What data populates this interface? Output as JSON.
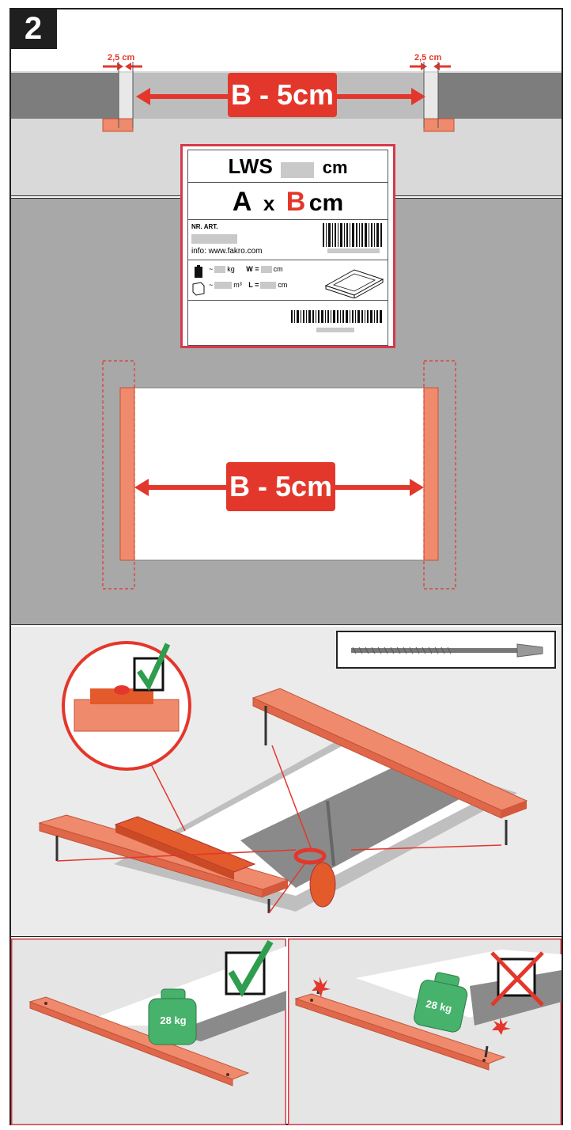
{
  "step": {
    "number": "2"
  },
  "panel1": {
    "gap_left": "2,5 cm",
    "gap_right": "2,5 cm",
    "dimension": "B - 5cm"
  },
  "label": {
    "line1_prefix": "LWS",
    "line1_unit": "cm",
    "line2_a": "A",
    "line2_x": "x",
    "line2_b": "B",
    "line2_unit": "cm",
    "nr_art": "NR. ART.",
    "info": "info: www.fakro.com",
    "weight_unit": "kg",
    "volume_unit": "m³",
    "w_label": "W =",
    "l_label": "L =",
    "w_unit": "cm",
    "l_unit": "cm",
    "approx": "~"
  },
  "panel2": {
    "dimension": "B - 5cm"
  },
  "panel4": {
    "weight_label": "28 kg"
  },
  "panel5": {
    "weight_label": "28 kg"
  },
  "colors": {
    "accent_red": "#e3372b",
    "wood": "#f08a6c",
    "green": "#2e9e4e",
    "frame_red": "#d63a4a"
  }
}
